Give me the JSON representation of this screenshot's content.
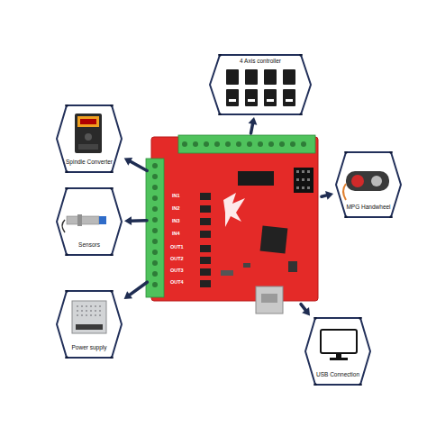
{
  "diagram": {
    "nodes": [
      {
        "text": [
          "4 Axis controller"
        ]
      },
      {
        "text": [
          "Spindle Converter"
        ]
      },
      {
        "text": [
          "IN1",
          "IN2",
          "IN3",
          "IN4",
          "OUT1",
          "OUT2",
          "OUT3",
          "OUT4"
        ]
      },
      {
        "text": [
          "MPG Handwheel"
        ]
      },
      {
        "text": [
          "Sensors"
        ]
      },
      {
        "text": [
          "Power supply"
        ]
      },
      {
        "text": [
          "USB Connection"
        ]
      }
    ],
    "edges": [
      {
        "from": 2,
        "to": 0,
        "arrow": "to"
      },
      {
        "from": 2,
        "to": 1,
        "arrow": "to"
      },
      {
        "from": 2,
        "to": 3,
        "arrow": "to"
      },
      {
        "from": 2,
        "to": 4,
        "arrow": "to"
      },
      {
        "from": 2,
        "to": 5,
        "arrow": "to"
      },
      {
        "from": 2,
        "to": 6,
        "arrow": "to"
      }
    ]
  }
}
